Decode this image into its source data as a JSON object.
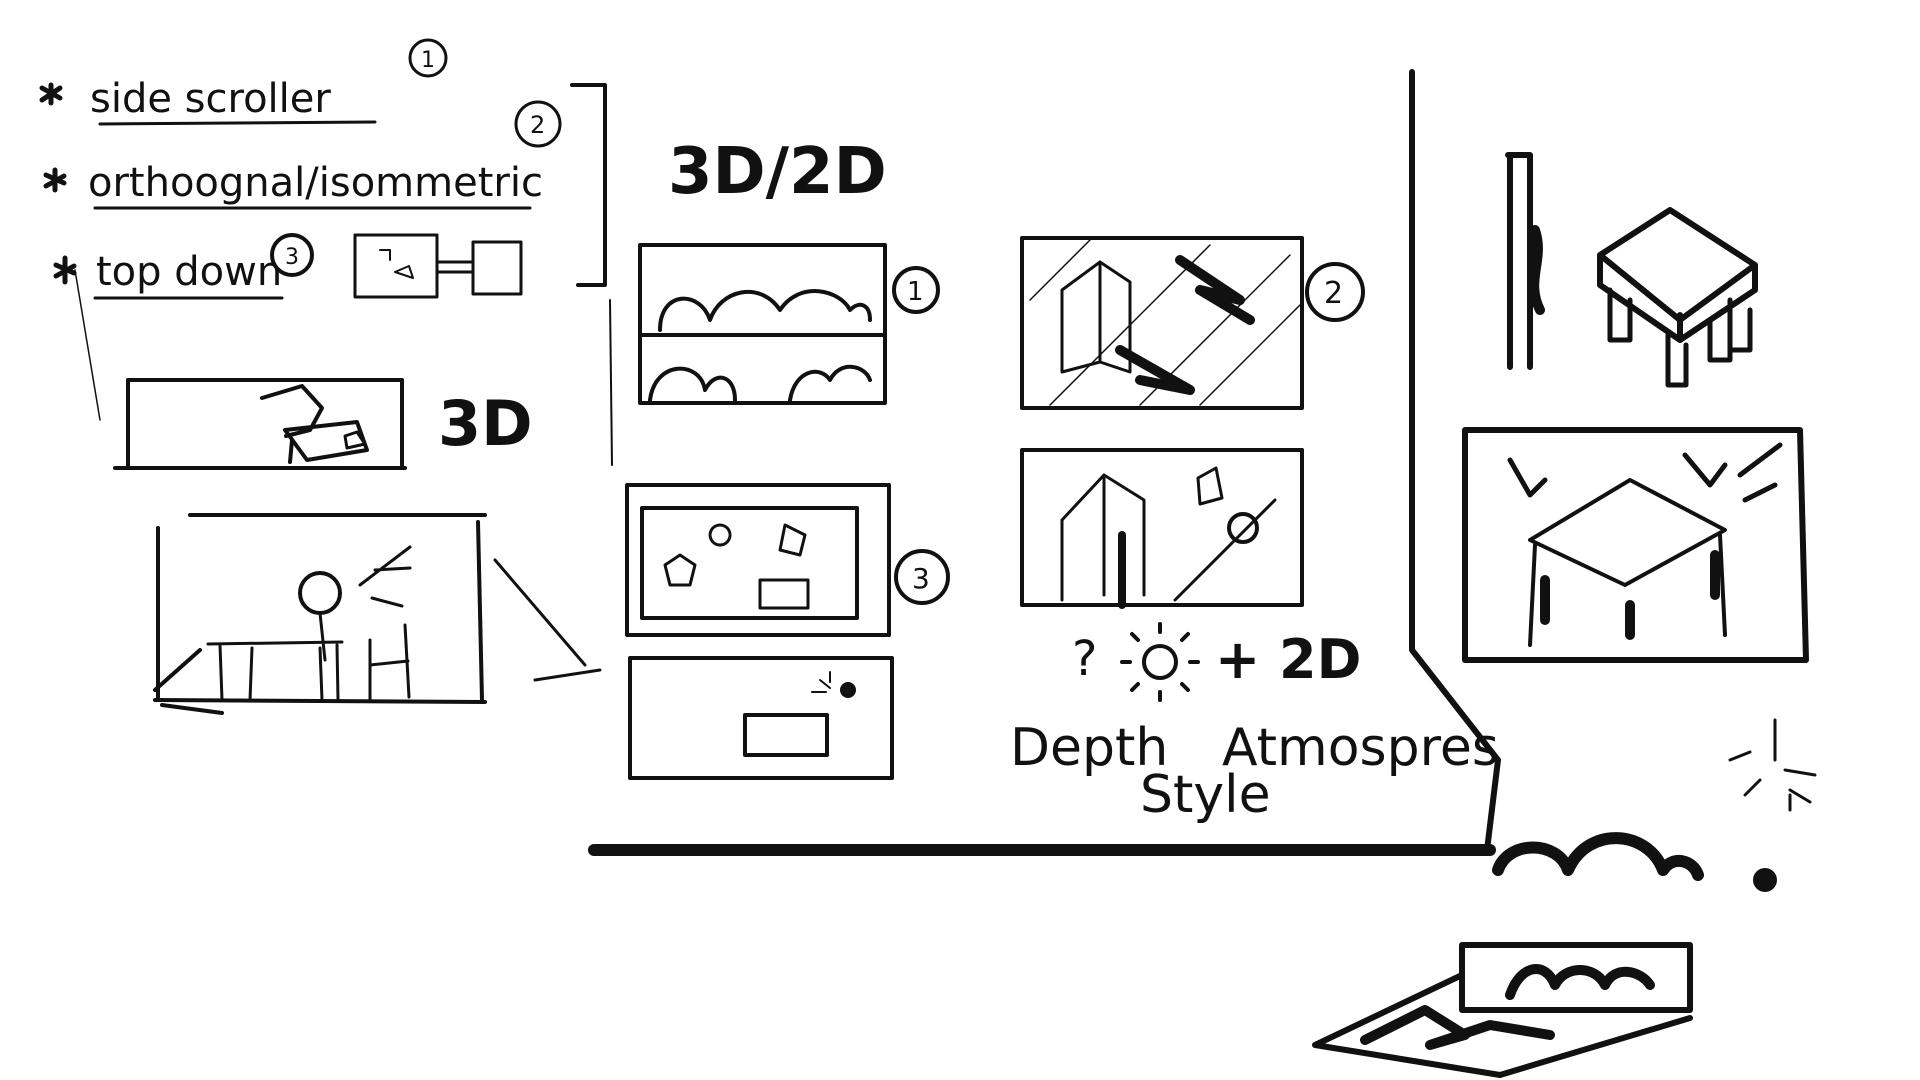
{
  "sketch": {
    "list": {
      "item1": "side scroller",
      "item2": "orthoognal/isommetric",
      "item3": "top down",
      "num1": "1",
      "num2": "2",
      "num3": "3"
    },
    "label_3d2d": "3D/2D",
    "label_3d": "3D",
    "panel_num1": "1",
    "panel_num2": "2",
    "panel_num3": "3",
    "note_line1_mid": "+ 2D",
    "note_line1_q": "?",
    "note_line2_a": "Depth",
    "note_line2_b": "Atmospres",
    "note_line3": "Style"
  }
}
